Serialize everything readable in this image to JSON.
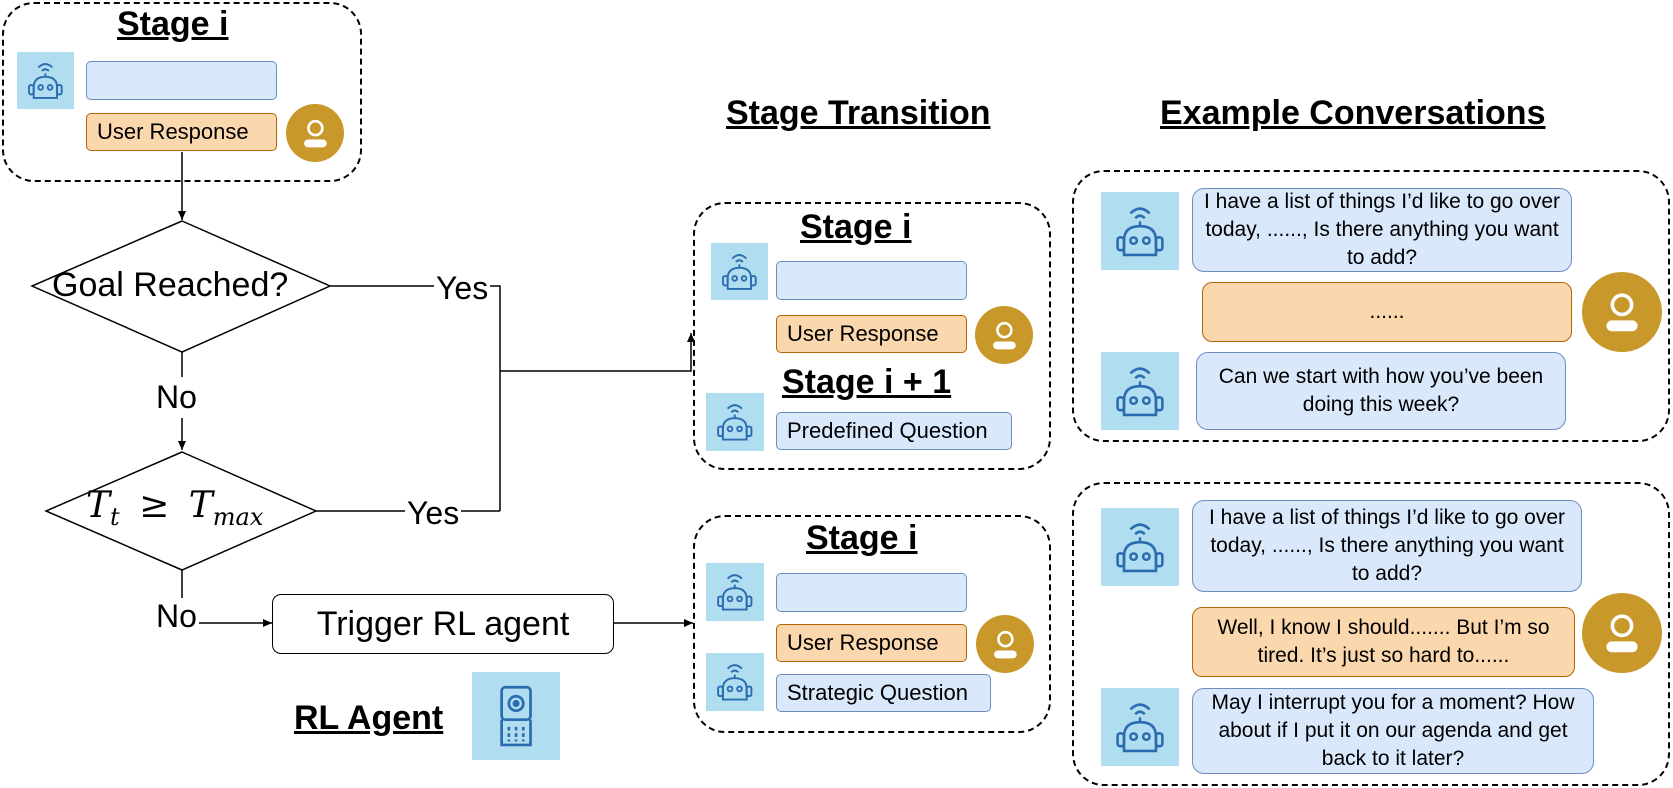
{
  "headings": {
    "stage_i_top": "Stage i",
    "stage_transition": "Stage Transition",
    "example_conversations": "Example Conversations",
    "stage_i_mid": "Stage i",
    "stage_i_plus_1": "Stage i + 1",
    "stage_i_bottom": "Stage i",
    "rl_agent": "RL Agent"
  },
  "labels": {
    "user_response": "User Response",
    "predefined_question": "Predefined Question",
    "strategic_question": "Strategic Question"
  },
  "flowchart": {
    "goal_reached": "Goal Reached?",
    "yes": "Yes",
    "no": "No",
    "condition": {
      "T": "T",
      "t_sub": "t",
      "ge": "≥",
      "max_sub": "max"
    },
    "trigger": "Trigger RL agent"
  },
  "conversations": [
    {
      "bot_1": "I have a list of things I’d like to go over today, ......, Is there anything you want to add?",
      "user": "......",
      "bot_2": "Can we start with how you’ve been doing this week?"
    },
    {
      "bot_1": "I have a list of things I’d like to go over today, ......, Is there anything you want to add?",
      "user": "Well, I know I should....... But I’m so tired. It’s just so hard to......",
      "bot_2": "May I interrupt you for a moment? How about if I put it on our agenda and get back to it later?"
    }
  ],
  "colors": {
    "bot_bubble": "#dae8fc",
    "user_bubble": "#fad7ac",
    "avatar": "#c9982a",
    "icon_tile": "#b1ddf0"
  },
  "icons": {
    "bot": "robot-icon",
    "user": "user-avatar-icon",
    "agent": "rl-agent-icon"
  }
}
